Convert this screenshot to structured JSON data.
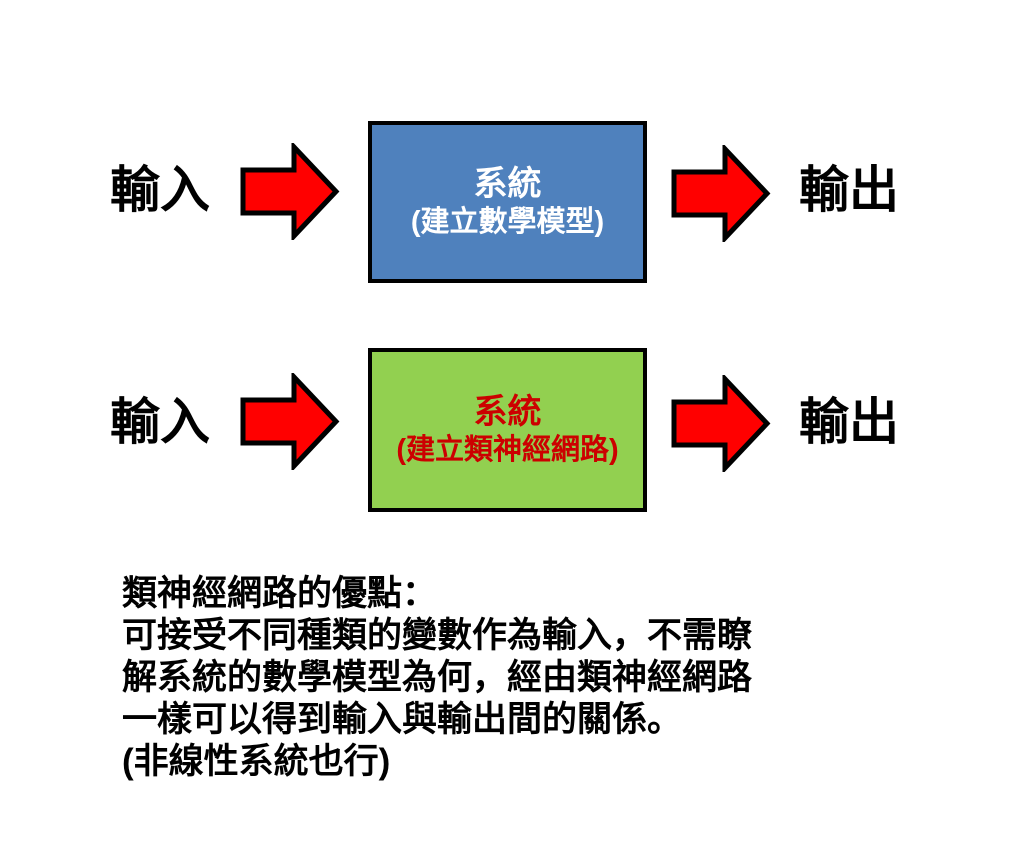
{
  "diagram": {
    "rows": [
      {
        "input_label": "輸入",
        "output_label": "輸出",
        "box": {
          "title": "系統",
          "subtitle": "(建立數學模型)",
          "fill_color": "#4F81BD",
          "text_color": "#FFFFFF",
          "border_color": "#000000"
        }
      },
      {
        "input_label": "輸入",
        "output_label": "輸出",
        "box": {
          "title": "系統",
          "subtitle": "(建立類神經網路)",
          "fill_color": "#92D050",
          "text_color": "#CC0000",
          "border_color": "#000000"
        }
      }
    ],
    "arrow": {
      "fill_color": "#FF0000",
      "stroke_color": "#000000"
    },
    "notes": {
      "lines": [
        "類神經網路的優點：",
        "可接受不同種類的變數作為輸入，不需瞭",
        "解系統的數學模型為何，經由類神經網路",
        "一樣可以得到輸入與輸出間的關係。",
        "(非線性系統也行)"
      ]
    }
  }
}
